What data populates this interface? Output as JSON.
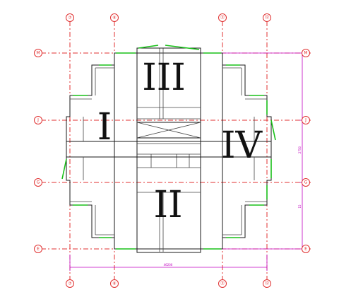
{
  "axes": {
    "vertical": [
      "⑦",
      "⑧",
      "⑪",
      "⑫"
    ],
    "horizontal": [
      "M",
      "J",
      "G",
      "E"
    ]
  },
  "zones": [
    "I",
    "II",
    "III",
    "IV"
  ],
  "dimensions": {
    "bottom": "46200",
    "right_total": "2750",
    "right_lower": "15"
  },
  "colors": {
    "axis": "#e03030",
    "wall": "#1a1a1a",
    "window": "#18c018",
    "dimension": "#c000c0"
  }
}
